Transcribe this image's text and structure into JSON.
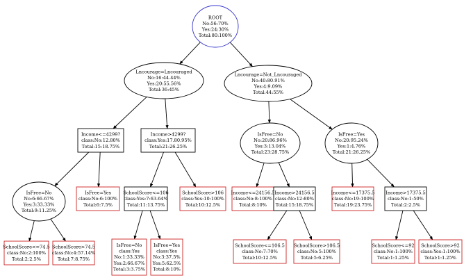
{
  "colors": {
    "root_border": "#3333cc",
    "node_border": "#000000",
    "leaf_border": "#cc2222",
    "edge": "#000000",
    "text": "#000000"
  },
  "nodes": [
    {
      "id": "root",
      "shape": "ellipse-root",
      "lines": [
        "ROOT",
        "No:56:70%",
        "Yes:24:30%",
        "Total:80:100%"
      ]
    },
    {
      "id": "enc",
      "shape": "ellipse",
      "lines": [
        "Lncourage=Lncouraged",
        "No:16:44.44%",
        "Yes:20:55.56%",
        "Total:36:45%"
      ]
    },
    {
      "id": "notenc",
      "shape": "ellipse",
      "lines": [
        "Lncourage=Not_Lncouraged",
        "No:40:80.91%",
        "Yes:4:9.09%",
        "Total:44:55%"
      ]
    },
    {
      "id": "inc_le",
      "shape": "rect",
      "lines": [
        "Income<=4299?",
        "class:No:12.80%",
        "Total:15:18.75%"
      ]
    },
    {
      "id": "inc_gt",
      "shape": "rect",
      "lines": [
        "Income>4299?",
        "class:Yes:17.80.95%",
        "Total:21:26.25%"
      ]
    },
    {
      "id": "isfree_no_a",
      "shape": "ellipse",
      "lines": [
        "IsFree=No",
        "No:20:86.96%",
        "Yes:3:13.04%",
        "Total:23:28.75%"
      ]
    },
    {
      "id": "isfree_yes_a",
      "shape": "ellipse",
      "lines": [
        "IsFree=Yes",
        "No:20:95.24%",
        "Yes:1:4.76%",
        "Total:21:26.25%"
      ]
    },
    {
      "id": "isfree_no_b",
      "shape": "ellipse",
      "lines": [
        "IsFree=No",
        "No:6:66.67%",
        "Yes:3:33.33%",
        "Total:9:11.25%"
      ]
    },
    {
      "id": "isfree_yes_leaf",
      "shape": "leaf",
      "lines": [
        "IsFree=Yes",
        "class:No:6:100%",
        "Total:6:7.5%"
      ]
    },
    {
      "id": "ss_le106",
      "shape": "rect",
      "lines": [
        "SchoolScore<=106",
        "class:Yes:7:63.64%",
        "Total:11:13.75%"
      ]
    },
    {
      "id": "ss_gt106",
      "shape": "leaf",
      "lines": [
        "SchoolScore>106",
        "class:Yes:10:100%",
        "Total:10:12.5%"
      ]
    },
    {
      "id": "inc_le24156",
      "shape": "leaf",
      "lines": [
        "Income<=24156.5",
        "class:No:8:100%",
        "Total:8:10%"
      ]
    },
    {
      "id": "inc_gt24156",
      "shape": "rect",
      "lines": [
        "Income>24156.5",
        "class:No:12:80%",
        "Total:15:18.75%"
      ]
    },
    {
      "id": "inc_le17375",
      "shape": "leaf",
      "lines": [
        "Income<=17375.5",
        "class:No:19:100%",
        "Total:19:23.75%"
      ]
    },
    {
      "id": "inc_gt17375",
      "shape": "rect",
      "lines": [
        "Income>17375.5",
        "class:No:1:50%",
        "Total:2:2.5%"
      ]
    },
    {
      "id": "ss_le745",
      "shape": "leaf",
      "lines": [
        "SchoolScore<=74.5",
        "class:No:2:100%",
        "Total:2:2.5%"
      ]
    },
    {
      "id": "ss_gt745",
      "shape": "leaf",
      "lines": [
        "SchoolScore>74.5",
        "class:No:4:57.14%",
        "Total:7:8.75%"
      ]
    },
    {
      "id": "isfree_no_c",
      "shape": "leaf",
      "lines": [
        "IsFree=No",
        "class:Yes",
        "No:1:33.33%",
        "Yes:2:66.67%",
        "Total:3:3.75%"
      ]
    },
    {
      "id": "isfree_yes_c",
      "shape": "leaf",
      "lines": [
        "IsFree=Yes",
        "class:Yes",
        "No:3:37.5%",
        "Yes:5:62.5%",
        "Total:8:10%"
      ]
    },
    {
      "id": "ss_le1065",
      "shape": "leaf",
      "lines": [
        "SchoolScore<=106.5",
        "class:No:7:70%",
        "Total:10:12.5%"
      ]
    },
    {
      "id": "ss_gt1065",
      "shape": "leaf",
      "lines": [
        "SchoolScore>106.5",
        "class:No:5:100%",
        "Total:5:6.25%"
      ]
    },
    {
      "id": "ss_le92",
      "shape": "leaf",
      "lines": [
        "SchoolScore<=92",
        "class:No:1:100%",
        "Total:1:1.25%"
      ]
    },
    {
      "id": "ss_gt92",
      "shape": "leaf",
      "lines": [
        "SchoolScore>92",
        "class:Yes:1:100%",
        "Total:1:1.25%"
      ]
    }
  ],
  "edges": [
    [
      "root",
      "enc"
    ],
    [
      "root",
      "notenc"
    ],
    [
      "enc",
      "inc_le"
    ],
    [
      "enc",
      "inc_gt"
    ],
    [
      "notenc",
      "isfree_no_a"
    ],
    [
      "notenc",
      "isfree_yes_a"
    ],
    [
      "inc_le",
      "isfree_no_b"
    ],
    [
      "inc_le",
      "isfree_yes_leaf"
    ],
    [
      "inc_gt",
      "ss_le106"
    ],
    [
      "inc_gt",
      "ss_gt106"
    ],
    [
      "isfree_no_a",
      "inc_le24156"
    ],
    [
      "isfree_no_a",
      "inc_gt24156"
    ],
    [
      "isfree_yes_a",
      "inc_le17375"
    ],
    [
      "isfree_yes_a",
      "inc_gt17375"
    ],
    [
      "isfree_no_b",
      "ss_le745"
    ],
    [
      "isfree_no_b",
      "ss_gt745"
    ],
    [
      "ss_le106",
      "isfree_no_c"
    ],
    [
      "ss_le106",
      "isfree_yes_c"
    ],
    [
      "inc_gt24156",
      "ss_le1065"
    ],
    [
      "inc_gt24156",
      "ss_gt1065"
    ],
    [
      "inc_gt17375",
      "ss_le92"
    ],
    [
      "inc_gt17375",
      "ss_gt92"
    ]
  ]
}
